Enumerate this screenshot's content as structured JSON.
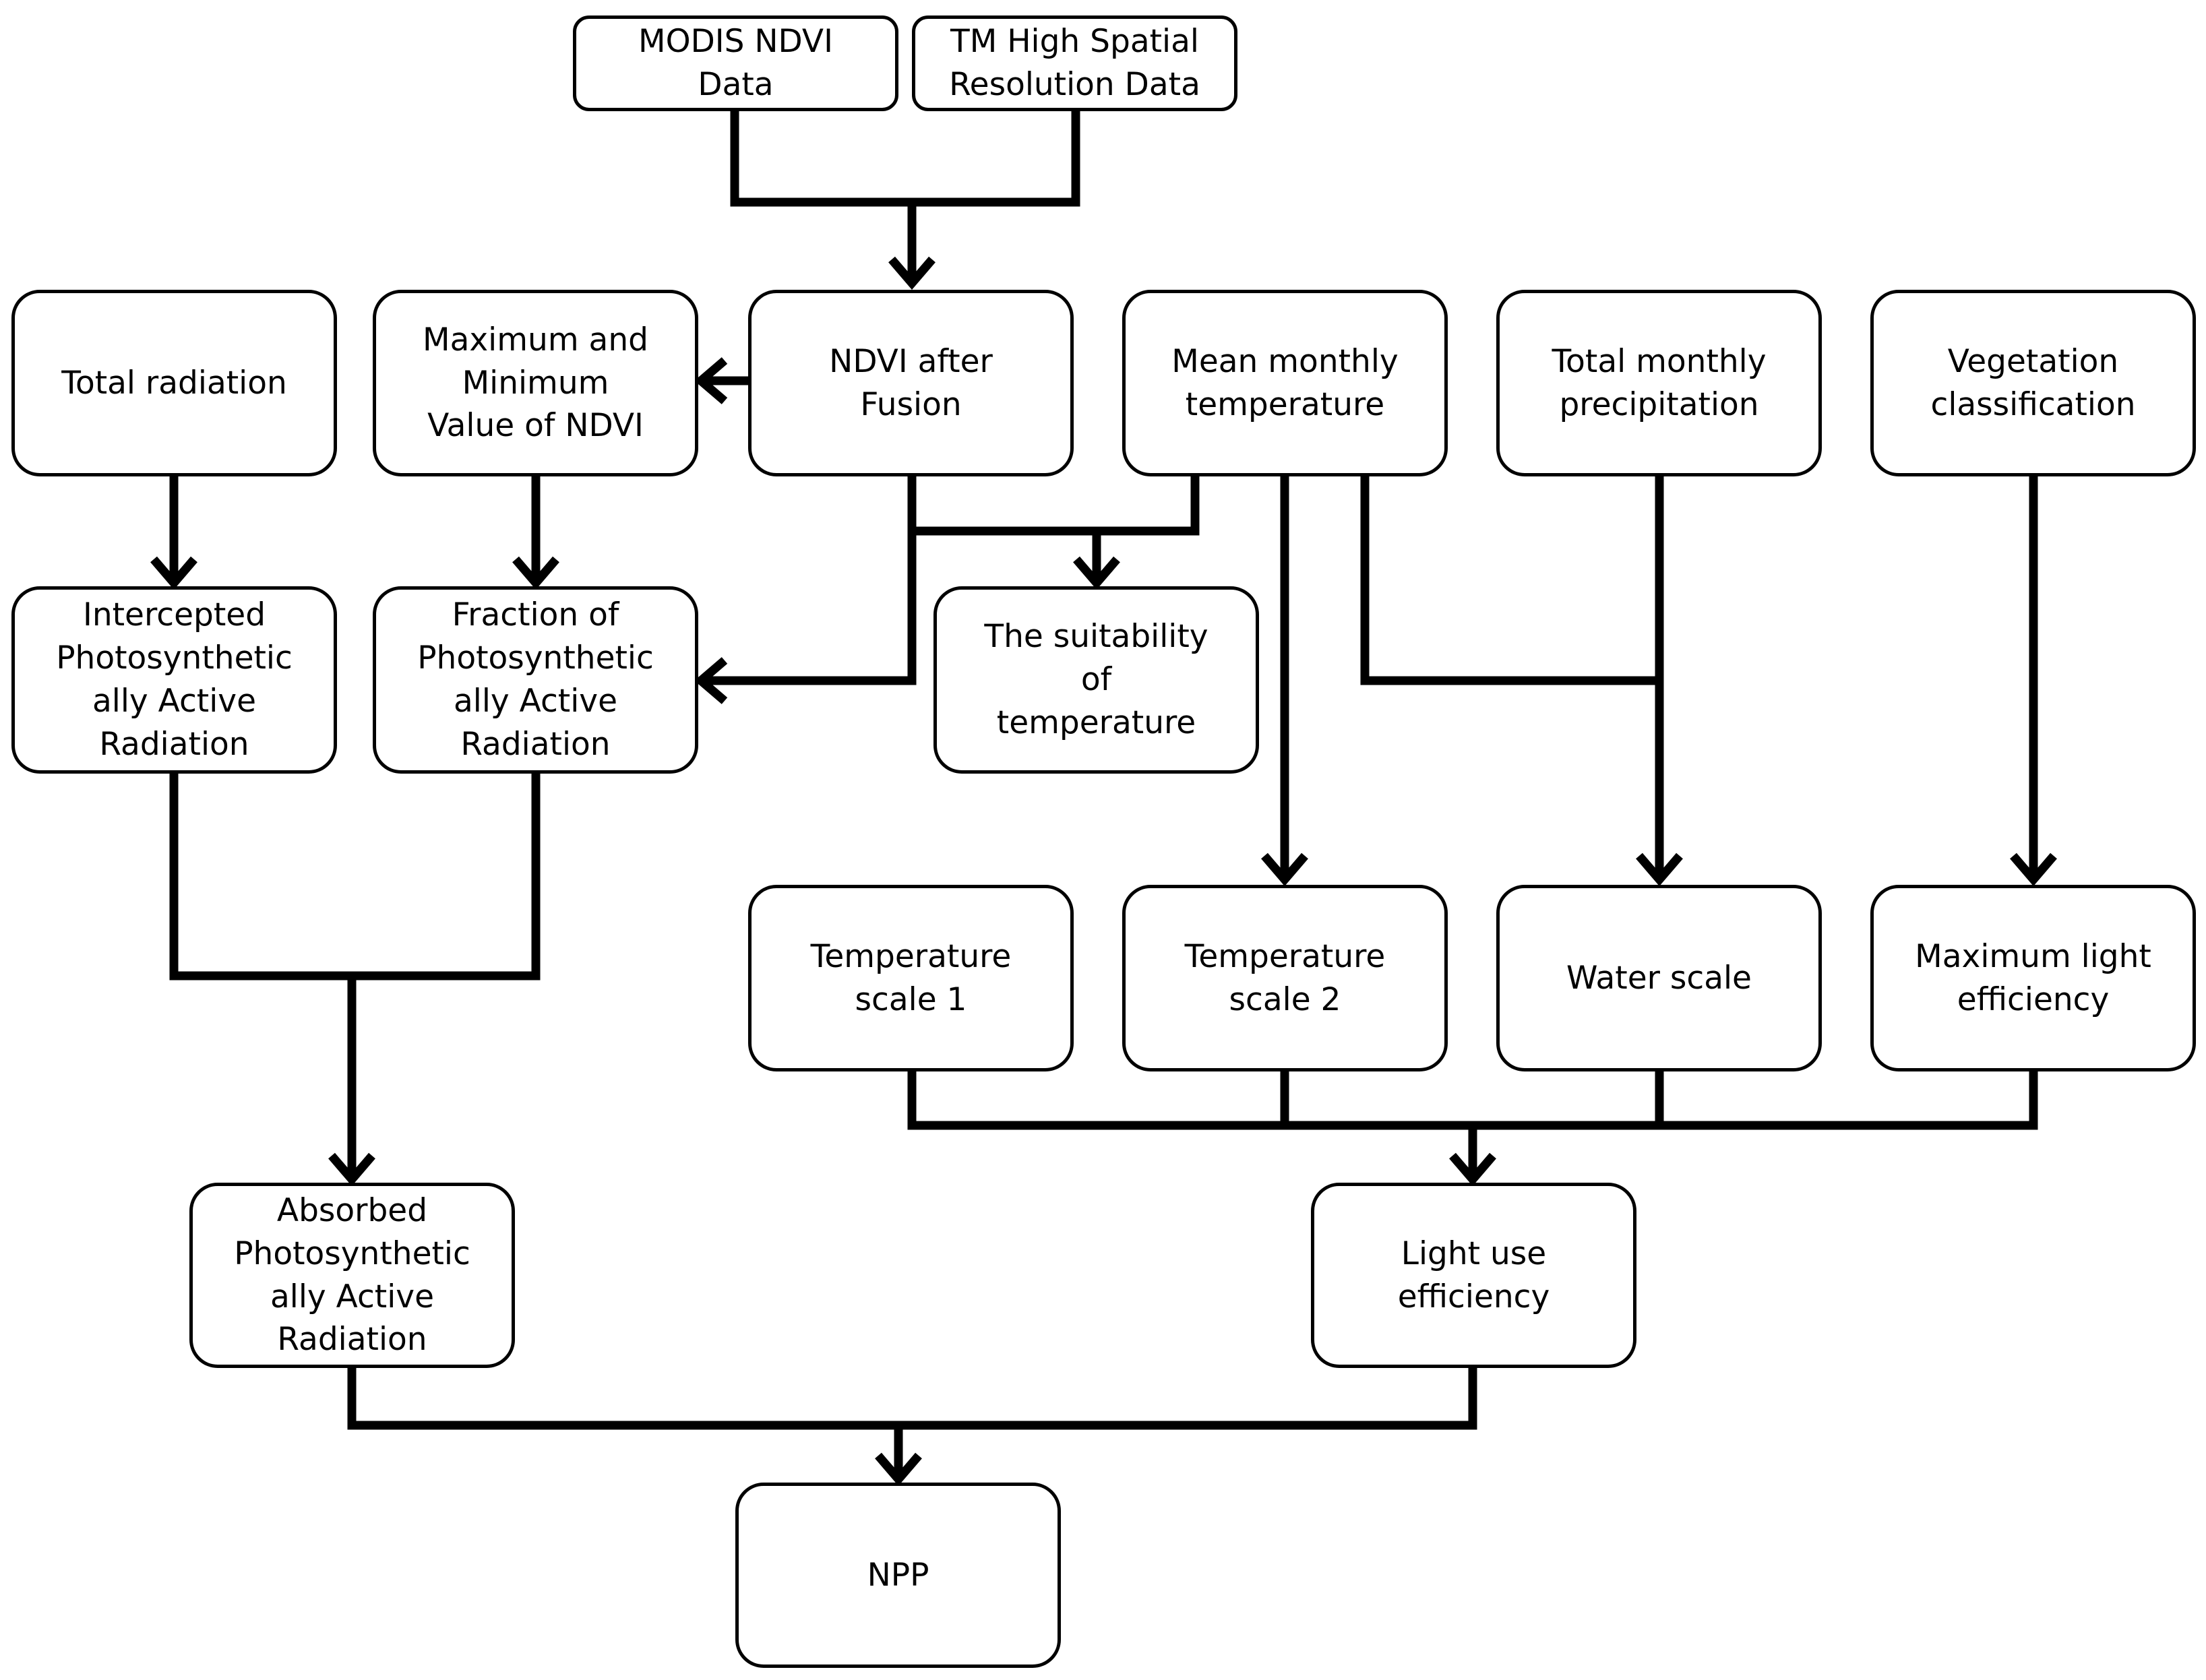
{
  "nodes": {
    "modis": "MODIS NDVI\nData",
    "tm": "TM High Spatial\nResolution Data",
    "total_radiation": "Total radiation",
    "max_min_ndvi": "Maximum and\nMinimum\nValue of NDVI",
    "ndvi_fusion": "NDVI after\nFusion",
    "mean_temp": "Mean  monthly\ntemperature",
    "total_precip": "Total monthly\nprecipitation",
    "veg_class": "Vegetation\nclassification",
    "ipar": "Intercepted\nPhotosynthetic\nally Active\nRadiation",
    "fpar": "Fraction of\nPhotosynthetic\nally Active\nRadiation",
    "suitability": "The  suitability\nof\ntemperature",
    "temp_scale_1": "Temperature\nscale 1",
    "temp_scale_2": "Temperature\nscale 2",
    "water_scale": "Water scale",
    "max_light_eff": "Maximum light\nefficiency",
    "apar": "Absorbed\nPhotosynthetic\nally Active\nRadiation",
    "light_use_eff": "Light use\nefficiency",
    "npp": "NPP"
  }
}
